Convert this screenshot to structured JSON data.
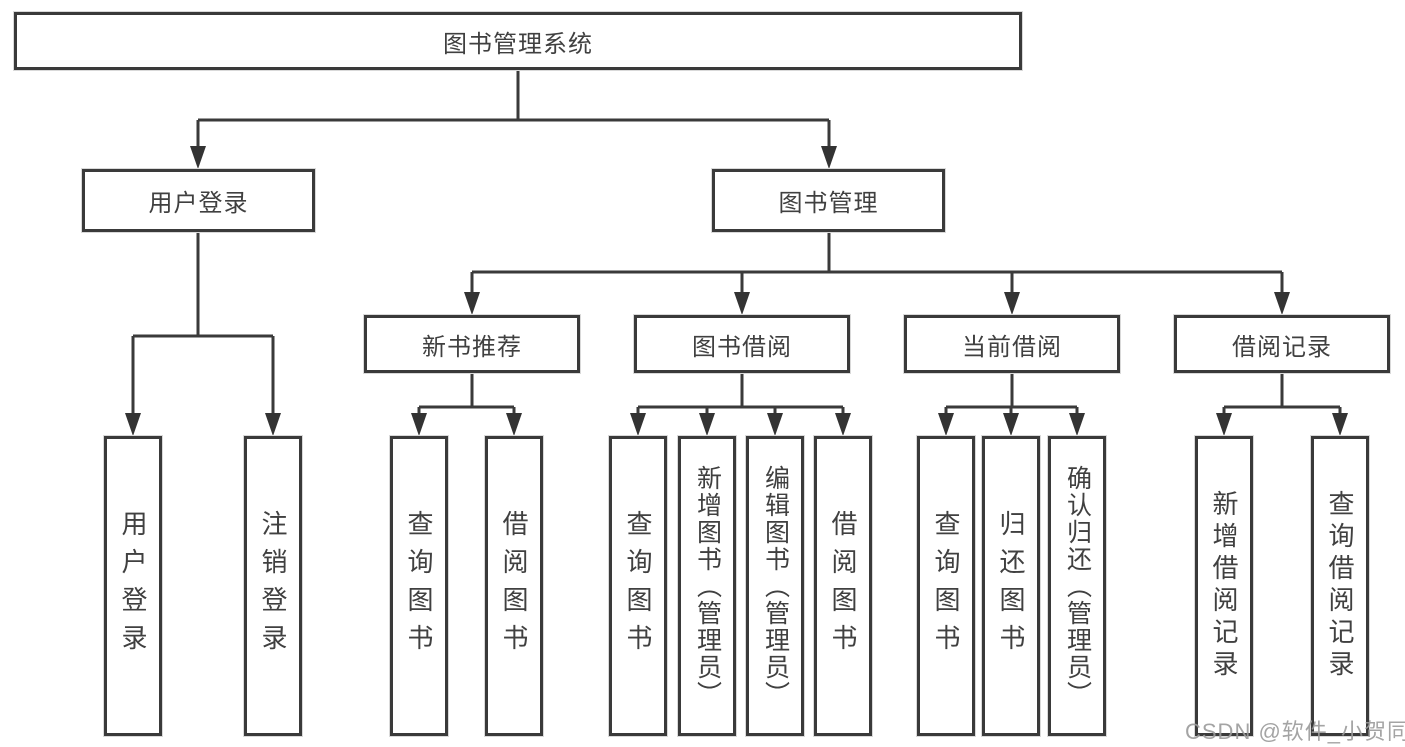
{
  "colors": {
    "line": "#3a3a3a",
    "box_border": "#3a3a3a",
    "box_fill": "#ffffff",
    "text": "#404040",
    "watermark": "#9b9b9b",
    "background": "#ffffff"
  },
  "tree": {
    "root": {
      "label": "图书管理系统",
      "children": [
        {
          "label": "用户登录",
          "children": [
            {
              "label": "用户登录"
            },
            {
              "label": "注销登录"
            }
          ]
        },
        {
          "label": "图书管理",
          "children": [
            {
              "label": "新书推荐",
              "children": [
                {
                  "label": "查询图书"
                },
                {
                  "label": "借阅图书"
                }
              ]
            },
            {
              "label": "图书借阅",
              "children": [
                {
                  "label": "查询图书"
                },
                {
                  "label": "新增图书（管理员）"
                },
                {
                  "label": "编辑图书（管理员）"
                },
                {
                  "label": "借阅图书"
                }
              ]
            },
            {
              "label": "当前借阅",
              "children": [
                {
                  "label": "查询图书"
                },
                {
                  "label": "归还图书"
                },
                {
                  "label": "确认归还（管理员）"
                }
              ]
            },
            {
              "label": "借阅记录",
              "children": [
                {
                  "label": "新增借阅记录"
                },
                {
                  "label": "查询借阅记录"
                }
              ]
            }
          ]
        }
      ]
    }
  },
  "watermark": {
    "text": "CSDN @软件_小贺同学"
  }
}
